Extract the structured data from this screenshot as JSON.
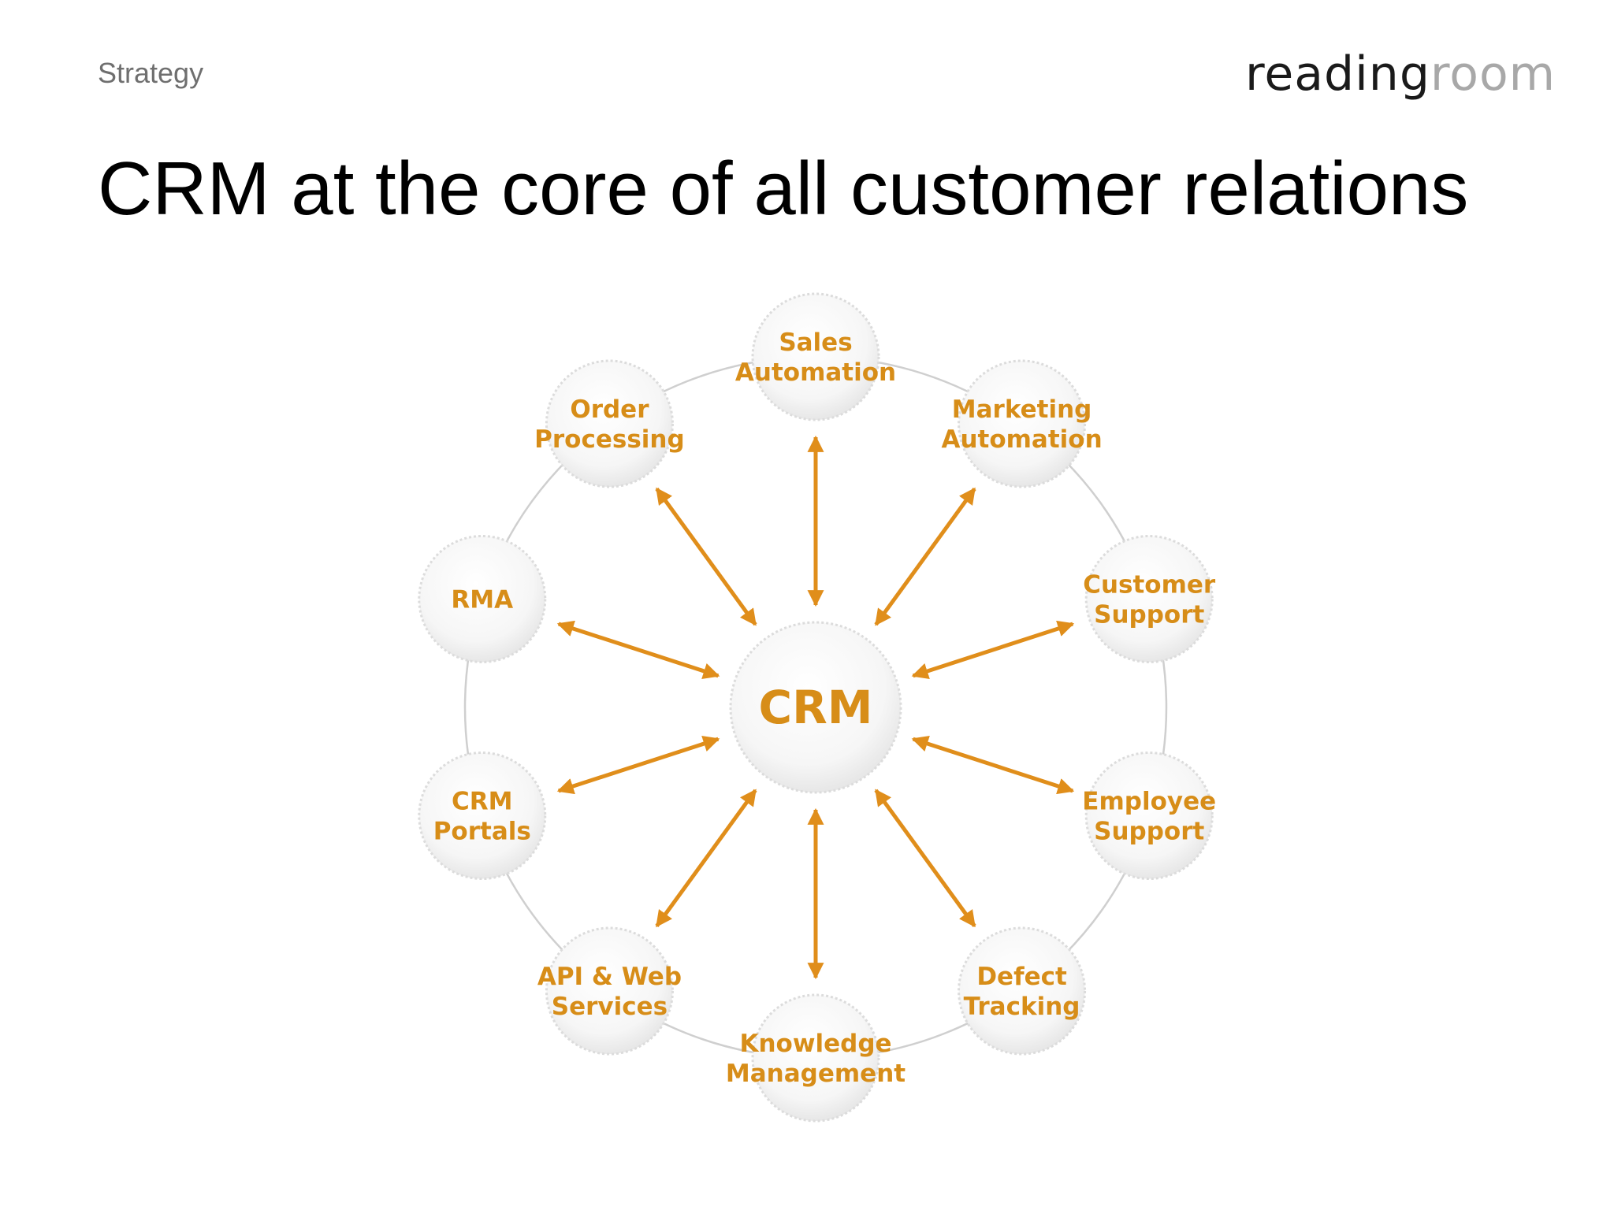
{
  "header": {
    "section": "Strategy",
    "logo": {
      "text_dark": "reading",
      "text_light": "room"
    }
  },
  "title": "CRM at the core of all customer relations",
  "diagram": {
    "center": {
      "label": "CRM"
    },
    "nodes": [
      {
        "id": "sales-automation",
        "lines": [
          "Sales",
          "Automation"
        ]
      },
      {
        "id": "marketing-automation",
        "lines": [
          "Marketing",
          "Automation"
        ]
      },
      {
        "id": "customer-support",
        "lines": [
          "Customer",
          "Support"
        ]
      },
      {
        "id": "employee-support",
        "lines": [
          "Employee",
          "Support"
        ]
      },
      {
        "id": "defect-tracking",
        "lines": [
          "Defect",
          "Tracking"
        ]
      },
      {
        "id": "knowledge-management",
        "lines": [
          "Knowledge",
          "Management"
        ]
      },
      {
        "id": "api-web-services",
        "lines": [
          "API & Web",
          "Services"
        ]
      },
      {
        "id": "crm-portals",
        "lines": [
          "CRM",
          "Portals"
        ]
      },
      {
        "id": "rma",
        "lines": [
          "RMA"
        ]
      },
      {
        "id": "order-processing",
        "lines": [
          "Order",
          "Processing"
        ]
      }
    ],
    "colors": {
      "label": "#d78d18",
      "arrow": "#e08e1b",
      "ring": "#cfcfcf",
      "bubble_edge": "#dcdcdc"
    }
  }
}
